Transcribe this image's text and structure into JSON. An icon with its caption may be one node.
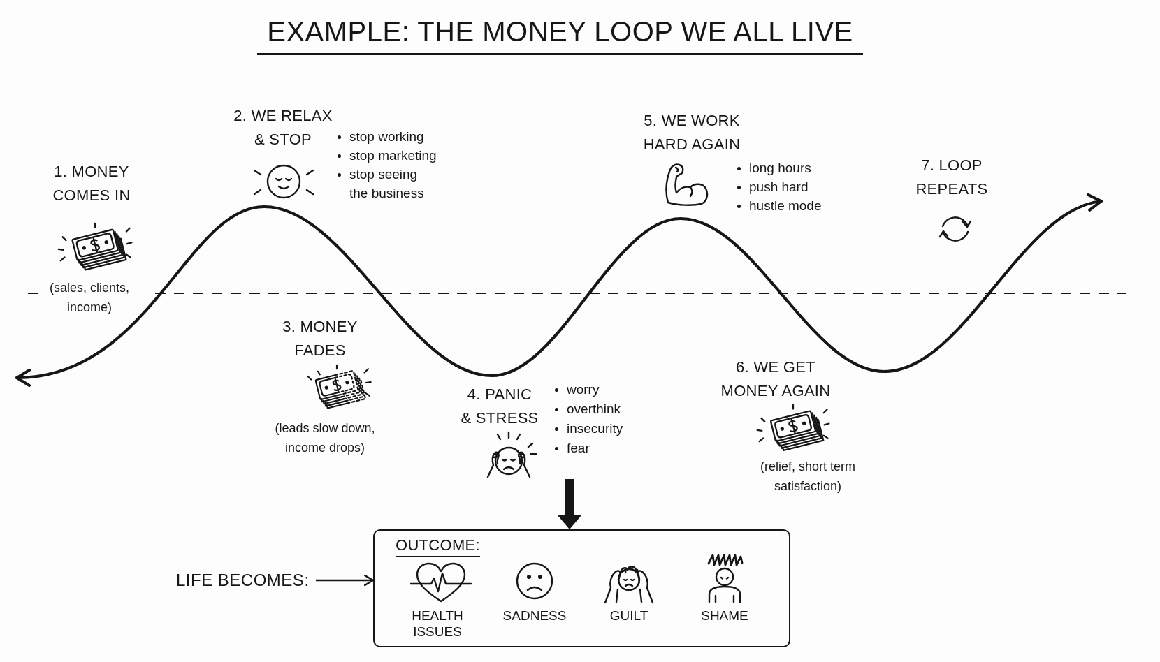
{
  "diagram": {
    "title": "EXAMPLE: THE MONEY LOOP WE ALL LIVE",
    "nodes": [
      {
        "text": [
          "1. MONEY COMES IN"
        ],
        "beside": [
          "(sales, clients, income)"
        ]
      },
      {
        "text": [
          "2. WE RELAX & STOP",
          "stop working",
          "stop marketing",
          "stop seeing the business"
        ]
      },
      {
        "text": [
          "3. MONEY FADES"
        ],
        "beside": [
          "(leads slow down, income drops)"
        ]
      },
      {
        "text": [
          "4. PANIC & STRESS",
          "worry",
          "overthink",
          "insecurity",
          "fear"
        ]
      },
      {
        "text": [
          "5. WE WORK HARD AGAIN",
          "long hours",
          "push hard",
          "hustle mode"
        ]
      },
      {
        "text": [
          "6. WE GET MONEY AGAIN"
        ],
        "beside": [
          "(relief, short term satisfaction)"
        ]
      },
      {
        "text": [
          "7. LOOP REPEATS"
        ]
      },
      {
        "text": [
          "LIFE BECOMES:"
        ]
      },
      {
        "text": [
          "OUTCOME:",
          "HEALTH ISSUES",
          "SADNESS",
          "GUILT",
          "SHAME"
        ]
      }
    ],
    "edges": [
      {
        "from": 3,
        "to": 8,
        "arrow": "to",
        "style": "thick"
      },
      {
        "from": 7,
        "to": 8,
        "arrow": "to"
      }
    ]
  }
}
